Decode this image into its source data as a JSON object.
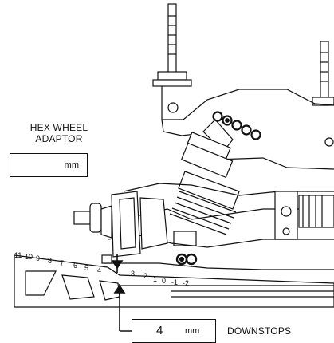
{
  "hex_wheel_adaptor": {
    "title_line1": "HEX WHEEL",
    "title_line2": "ADAPTOR",
    "value": "",
    "unit": "mm"
  },
  "downstops": {
    "value": "4",
    "unit": "mm",
    "label": "DOWNSTOPS"
  },
  "gauge": {
    "scale_labels": [
      "11",
      "10",
      "9",
      "8",
      "7",
      "6",
      "5",
      "4",
      "3",
      "2",
      "1",
      "0",
      "-1",
      "-2"
    ]
  },
  "colors": {
    "line": "#111111",
    "background": "#ffffff"
  }
}
